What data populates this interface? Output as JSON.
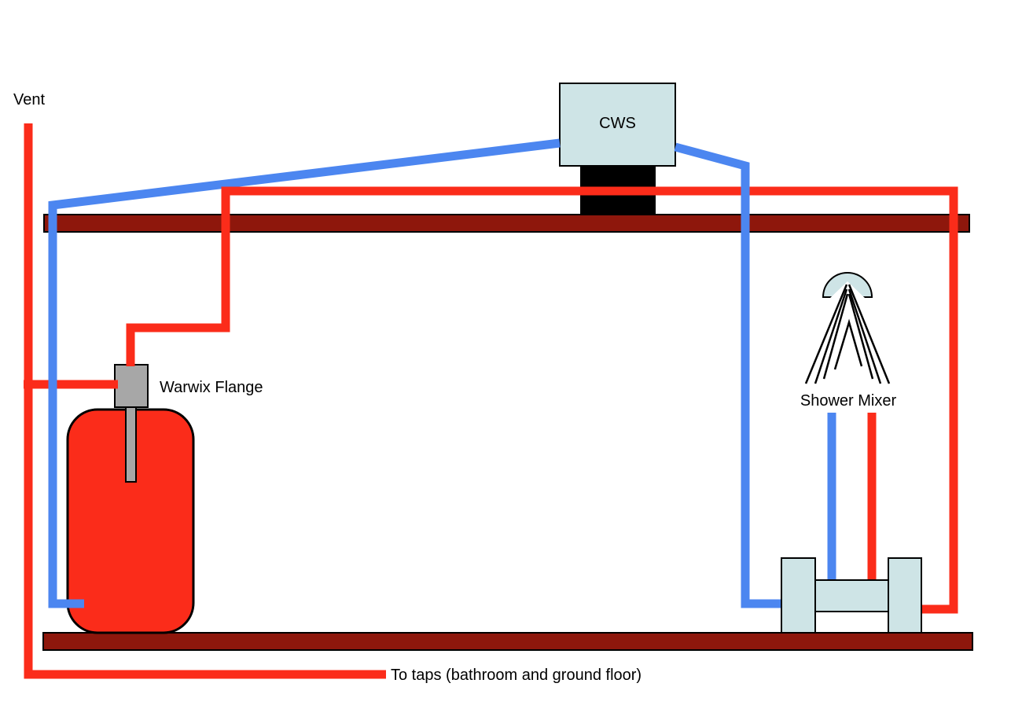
{
  "page": {
    "background": "#ffffff"
  },
  "colors": {
    "hot": "#fb2c1a",
    "cold": "#4c86f0",
    "timber": "#8e170c",
    "tank_fill": "#cee4e6",
    "metal": "#a7a7a7",
    "outline": "#000000",
    "label_text": "#000000",
    "background": "#ffffff"
  },
  "labels": {
    "vent": "Vent",
    "cws": "CWS",
    "warwix_flange": "Warwix Flange",
    "shower_mixer": "Shower Mixer",
    "to_taps": "To taps (bathroom and ground floor)"
  }
}
